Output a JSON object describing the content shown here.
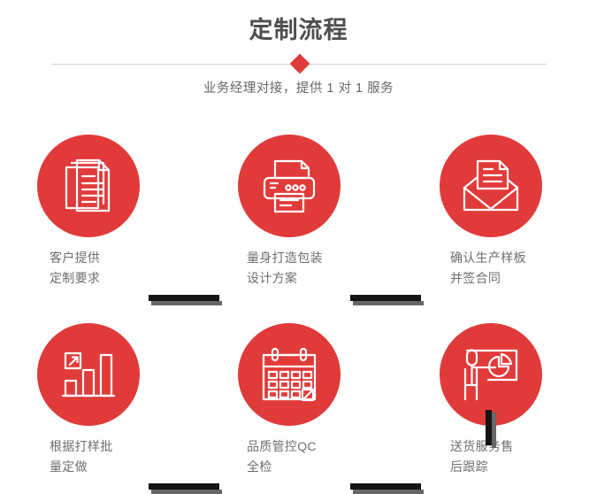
{
  "header": {
    "title": "定制流程",
    "subtitle": "业务经理对接，提供 1 对 1 服务",
    "divider_icon": "diamond-marker",
    "accent_color": "#e03b3a",
    "title_color": "#4f4f4f",
    "subtitle_color": "#666666",
    "divider_color": "#cfcfcf"
  },
  "flow": {
    "connector_color": "#141414",
    "connector_shadow_color": "#666666",
    "circle_color": "#e03b3a",
    "label_color": "#6e6e6e",
    "steps": [
      {
        "id": "step-1",
        "icon": "documents-stack-icon",
        "label_line1": "客户提供",
        "label_line2": "定制要求"
      },
      {
        "id": "step-2",
        "icon": "printer-icon",
        "label_line1": "量身打造包装",
        "label_line2": "设计方案"
      },
      {
        "id": "step-3",
        "icon": "envelope-document-icon",
        "label_line1": "确认生产样板",
        "label_line2": "并签合同"
      },
      {
        "id": "step-4",
        "icon": "bar-chart-growth-icon",
        "label_line1": "根据打样批",
        "label_line2": "量定做"
      },
      {
        "id": "step-5",
        "icon": "calendar-check-icon",
        "label_line1": "品质管控QC",
        "label_line2": "全检"
      },
      {
        "id": "step-6",
        "icon": "presenter-pie-chart-icon",
        "label_line1": "送货服务售",
        "label_line2": "后跟踪"
      }
    ],
    "connectors": [
      {
        "id": "connector-step1-step2",
        "orientation": "horizontal"
      },
      {
        "id": "connector-step2-step3",
        "orientation": "horizontal"
      },
      {
        "id": "connector-step4-step5",
        "orientation": "horizontal"
      },
      {
        "id": "connector-step5-step6",
        "orientation": "horizontal"
      },
      {
        "id": "connector-step3-step6",
        "orientation": "vertical"
      }
    ]
  }
}
